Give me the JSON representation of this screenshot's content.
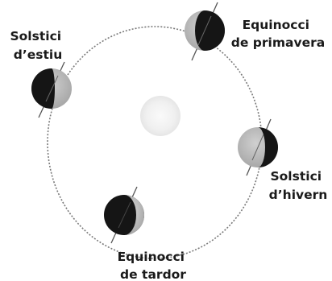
{
  "labels": {
    "summer": [
      "Solstici",
      "d’estiu"
    ],
    "spring": [
      "Equinocci",
      "de primavera"
    ],
    "winter": [
      "Solstici",
      "d’hivern"
    ],
    "autumn": [
      "Equinocci",
      "de tardor"
    ]
  },
  "colors": {
    "orbit": "#7a7a7a",
    "sun": "#eeeeee",
    "earth_dark": "#151515",
    "earth_light": "#bdbdbd",
    "axis": "#555555",
    "text": "#1a1a1a"
  }
}
